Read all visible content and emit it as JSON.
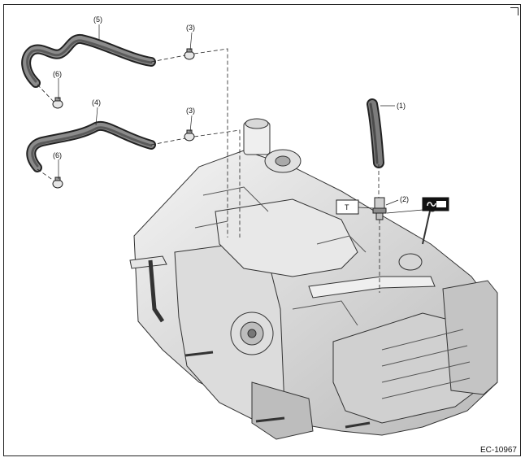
{
  "diagram": {
    "callouts": [
      {
        "id": "part-1",
        "text": "(1)"
      },
      {
        "id": "part-2",
        "text": "(2)"
      },
      {
        "id": "part-3a",
        "text": "(3)"
      },
      {
        "id": "part-3b",
        "text": "(3)"
      },
      {
        "id": "part-4",
        "text": "(4)"
      },
      {
        "id": "part-5",
        "text": "(5)"
      },
      {
        "id": "part-6a",
        "text": "(6)"
      },
      {
        "id": "part-6b",
        "text": "(6)"
      }
    ],
    "torque_box": "T",
    "reference_code": "EC-10967"
  }
}
